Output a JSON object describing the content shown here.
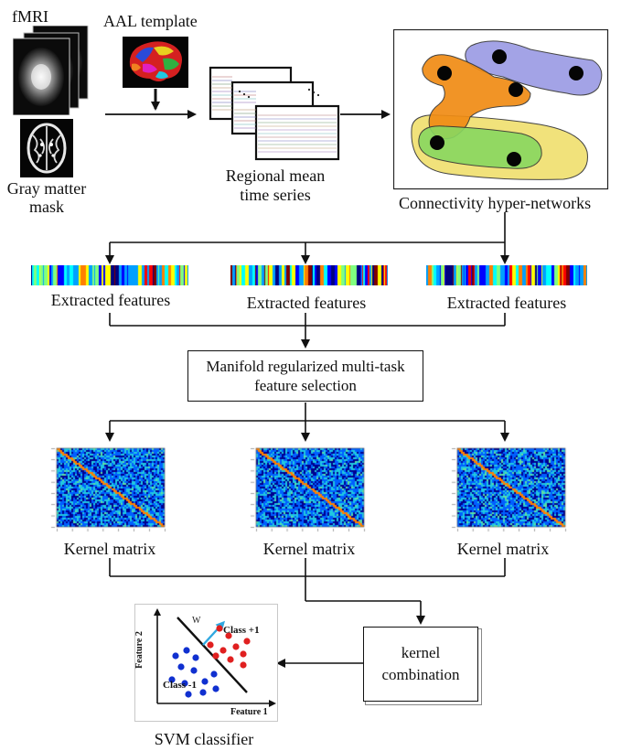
{
  "inputs": {
    "fmri_label": "fMRI",
    "aal_label": "AAL template",
    "gray_matter_label_line1": "Gray matter",
    "gray_matter_label_line2": "mask"
  },
  "time_series": {
    "label_line1": "Regional mean",
    "label_line2": "time series"
  },
  "hypernetwork": {
    "label": "Connectivity hyper-networks",
    "hyperedge_colors": [
      "#8e8ee0",
      "#f08c14",
      "#f0e060",
      "#88d860"
    ]
  },
  "features": {
    "labels": [
      "Extracted features",
      "Extracted features",
      "Extracted features"
    ],
    "colormap": [
      "#000080",
      "#0000ff",
      "#00a0ff",
      "#00ffff",
      "#80ff80",
      "#ffff00",
      "#ff8000",
      "#ff0000",
      "#800000"
    ]
  },
  "selection": {
    "line1": "Manifold regularized multi-task",
    "line2": "feature selection"
  },
  "kernels": {
    "labels": [
      "Kernel matrix",
      "Kernel matrix",
      "Kernel matrix"
    ]
  },
  "combination": {
    "line1": "kernel",
    "line2": "combination"
  },
  "svm": {
    "label": "SVM classifier",
    "weight_label": "W",
    "class_pos_label": "Class +1",
    "class_neg_label": "Class -1",
    "x_axis_label": "Feature 1",
    "y_axis_label": "Feature 2",
    "class_pos_color": "#e02020",
    "class_neg_color": "#1030d0",
    "weight_color": "#30a8e0"
  }
}
